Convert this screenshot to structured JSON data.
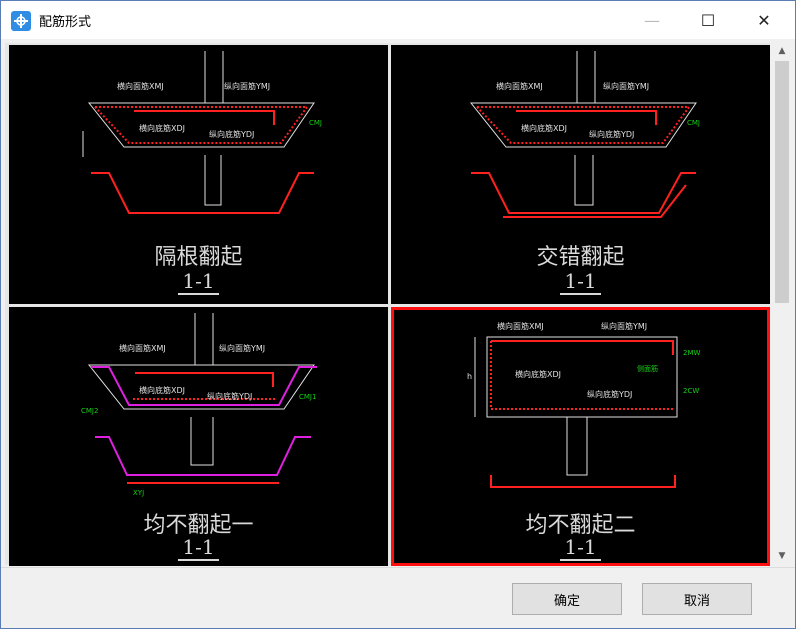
{
  "window": {
    "title": "配筋形式",
    "min_glyph": "—",
    "max_glyph": "☐",
    "close_glyph": "✕"
  },
  "labels": {
    "hxmj": "横向面筋XMJ",
    "zxymj": "纵向面筋YMJ",
    "hxdj": "横向底筋XDJ",
    "zxydj": "纵向底筋YDJ",
    "cmj": "CMJ",
    "cmj1": "CMJ1",
    "cmj2": "CMJ2",
    "xyj": "XYJ",
    "h": "h",
    "qjj": "侧面筋",
    "cmj_small": "CMJ",
    "mw2": "2MW",
    "cw2": "2CW"
  },
  "options": [
    {
      "caption": "隔根翻起",
      "section": "1-1",
      "selected": false
    },
    {
      "caption": "交错翻起",
      "section": "1-1",
      "selected": false
    },
    {
      "caption": "均不翻起一",
      "section": "1-1",
      "selected": false
    },
    {
      "caption": "均不翻起二",
      "section": "1-1",
      "selected": true
    }
  ],
  "buttons": {
    "ok": "确定",
    "cancel": "取消"
  },
  "scroll": {
    "up": "▲",
    "down": "▼"
  },
  "colors": {
    "selection": "#ff1010",
    "rebar": "#ff2020",
    "magenta": "#e020e0",
    "dim": "#17d017"
  }
}
